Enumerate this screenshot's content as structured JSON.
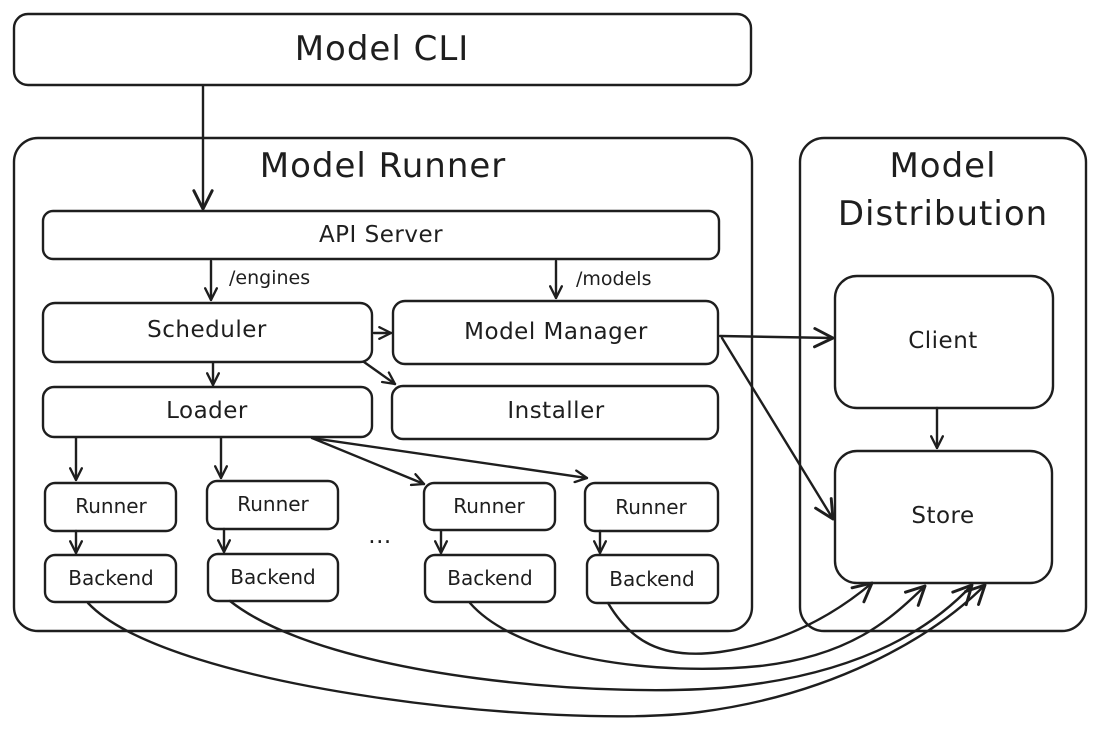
{
  "title": "Model CLI",
  "model_runner": {
    "title": "Model Runner",
    "api_server": "API Server",
    "engines_route": "/engines",
    "models_route": "/models",
    "scheduler": "Scheduler",
    "model_manager": "Model Manager",
    "loader": "Loader",
    "installer": "Installer",
    "runners": [
      "Runner",
      "Runner",
      "Runner",
      "Runner"
    ],
    "backends": [
      "Backend",
      "Backend",
      "Backend",
      "Backend"
    ],
    "ellipsis": "..."
  },
  "model_distribution": {
    "title_line1": "Model",
    "title_line2": "Distribution",
    "client": "Client",
    "store": "Store"
  },
  "colors": {
    "engines_route": "#2f9e44",
    "models_route": "#1971c2",
    "stroke": "#1e1e1e"
  }
}
